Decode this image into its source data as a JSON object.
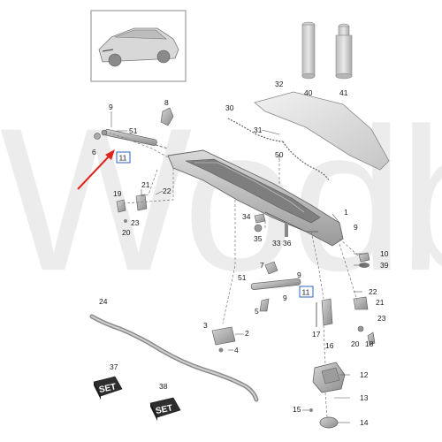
{
  "watermark": "Wodba",
  "set_label": "SET",
  "callouts": [
    {
      "id": "c1",
      "text": "1"
    },
    {
      "id": "c2",
      "text": "2"
    },
    {
      "id": "c3",
      "text": "3"
    },
    {
      "id": "c4",
      "text": "4"
    },
    {
      "id": "c5",
      "text": "5"
    },
    {
      "id": "c6",
      "text": "6"
    },
    {
      "id": "c7",
      "text": "7"
    },
    {
      "id": "c8",
      "text": "8"
    },
    {
      "id": "c9a",
      "text": "9"
    },
    {
      "id": "c9b",
      "text": "9"
    },
    {
      "id": "c9c",
      "text": "9"
    },
    {
      "id": "c9d",
      "text": "9"
    },
    {
      "id": "c10",
      "text": "10"
    },
    {
      "id": "c11a",
      "text": "11"
    },
    {
      "id": "c11b",
      "text": "11"
    },
    {
      "id": "c12",
      "text": "12"
    },
    {
      "id": "c13",
      "text": "13"
    },
    {
      "id": "c14",
      "text": "14"
    },
    {
      "id": "c15",
      "text": "15"
    },
    {
      "id": "c16",
      "text": "16"
    },
    {
      "id": "c17",
      "text": "17"
    },
    {
      "id": "c18",
      "text": "18"
    },
    {
      "id": "c19",
      "text": "19"
    },
    {
      "id": "c20a",
      "text": "20"
    },
    {
      "id": "c20b",
      "text": "20"
    },
    {
      "id": "c21a",
      "text": "21"
    },
    {
      "id": "c21b",
      "text": "21"
    },
    {
      "id": "c22a",
      "text": "22"
    },
    {
      "id": "c22b",
      "text": "22"
    },
    {
      "id": "c23a",
      "text": "23"
    },
    {
      "id": "c23b",
      "text": "23"
    },
    {
      "id": "c24",
      "text": "24"
    },
    {
      "id": "c30",
      "text": "30"
    },
    {
      "id": "c31",
      "text": "31"
    },
    {
      "id": "c32",
      "text": "32"
    },
    {
      "id": "c33",
      "text": "33"
    },
    {
      "id": "c34",
      "text": "34"
    },
    {
      "id": "c35",
      "text": "35"
    },
    {
      "id": "c36",
      "text": "36"
    },
    {
      "id": "c37",
      "text": "37"
    },
    {
      "id": "c38",
      "text": "38"
    },
    {
      "id": "c39",
      "text": "39"
    },
    {
      "id": "c40",
      "text": "40"
    },
    {
      "id": "c41",
      "text": "41"
    },
    {
      "id": "c50",
      "text": "50"
    },
    {
      "id": "c51a",
      "text": "51"
    },
    {
      "id": "c51b",
      "text": "51"
    }
  ]
}
